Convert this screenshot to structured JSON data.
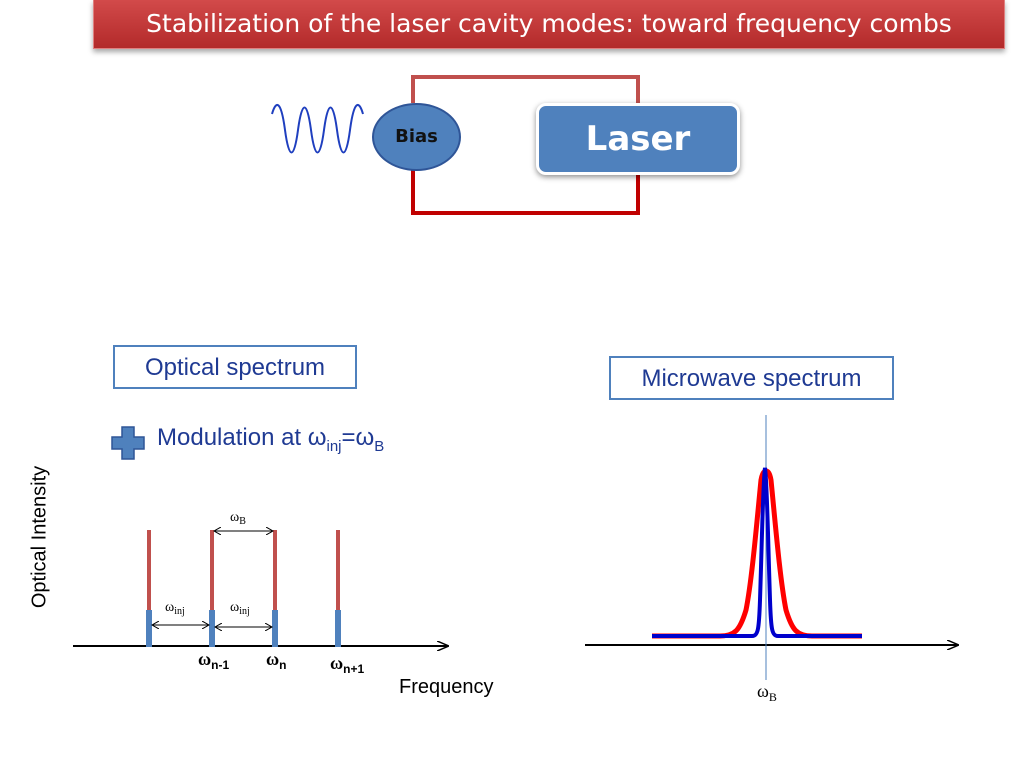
{
  "title": "Stabilization of the laser cavity modes: toward frequency combs",
  "circuit": {
    "bias_label": "Bias",
    "laser_label": "Laser"
  },
  "optical": {
    "box_label": "Optical spectrum",
    "modulation_prefix": "Modulation at ω",
    "modulation_sub1": "inj",
    "modulation_mid": "=ω",
    "modulation_sub2": "B",
    "ylabel": "Optical Intensity",
    "xlabel": "Frequency",
    "omega_b": "ω",
    "omega_b_sub": "B",
    "omega_inj": "ω",
    "omega_inj_sub": "inj",
    "mode_labels": [
      {
        "main": "ω",
        "sub": "n-1"
      },
      {
        "main": "ω",
        "sub": "n"
      },
      {
        "main": "ω",
        "sub": "n+1"
      }
    ]
  },
  "microwave": {
    "box_label": "Microwave spectrum",
    "xlabel_main": "ω",
    "xlabel_sub": "B"
  },
  "colors": {
    "title_red": "#c0392b",
    "accent_blue": "#4f81bd",
    "text_navy": "#1f3a93",
    "wire_red": "#c0504d",
    "peak_red": "#ff0000",
    "peak_blue": "#0000cc"
  }
}
